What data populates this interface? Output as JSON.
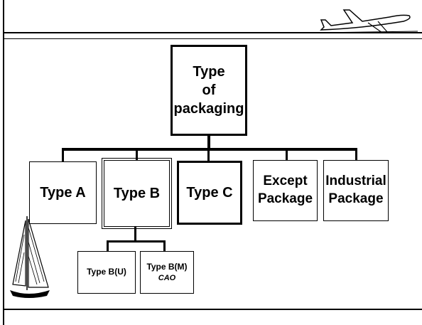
{
  "diagram": {
    "root": {
      "label_lines": [
        "Type",
        "of",
        "packaging"
      ]
    },
    "types": [
      {
        "id": "type-a",
        "label_lines": [
          "Type A"
        ]
      },
      {
        "id": "type-b",
        "label_lines": [
          "Type B"
        ]
      },
      {
        "id": "type-c",
        "label_lines": [
          "Type C"
        ]
      },
      {
        "id": "except-package",
        "label_lines": [
          "Except",
          "Package"
        ]
      },
      {
        "id": "industrial-package",
        "label_lines": [
          "Industrial",
          "Package"
        ]
      }
    ],
    "type_b_children": [
      {
        "id": "type-b-u",
        "label_lines": [
          "Type B(U)"
        ]
      },
      {
        "id": "type-b-m",
        "label_lines": [
          "Type B(M)",
          "CAO"
        ]
      }
    ]
  },
  "decorations": [
    "airplane-icon",
    "sailboat-icon"
  ]
}
